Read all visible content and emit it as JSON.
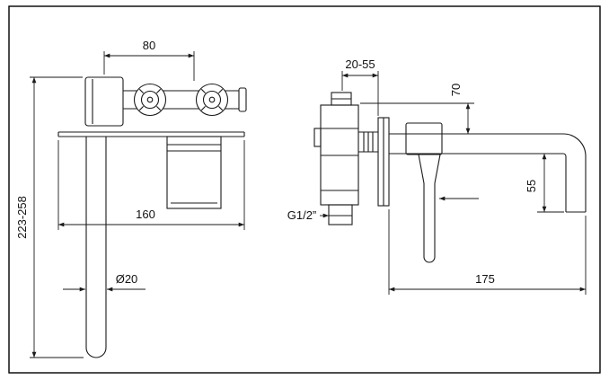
{
  "drawing": {
    "description": "Dimensioned technical drawing of a wall-mounted basin mixer tap, front view and side view",
    "accent_color": "#1a1a1a",
    "dims": {
      "front": {
        "spacing": "80",
        "height_range": "223-258",
        "plate_width": "160",
        "spout_diameter": "Ø20"
      },
      "side": {
        "wall_depth_range": "20-55",
        "top_offset": "70",
        "thread": "G1/2”",
        "spout_drop": "55",
        "spout_reach": "175"
      }
    }
  }
}
